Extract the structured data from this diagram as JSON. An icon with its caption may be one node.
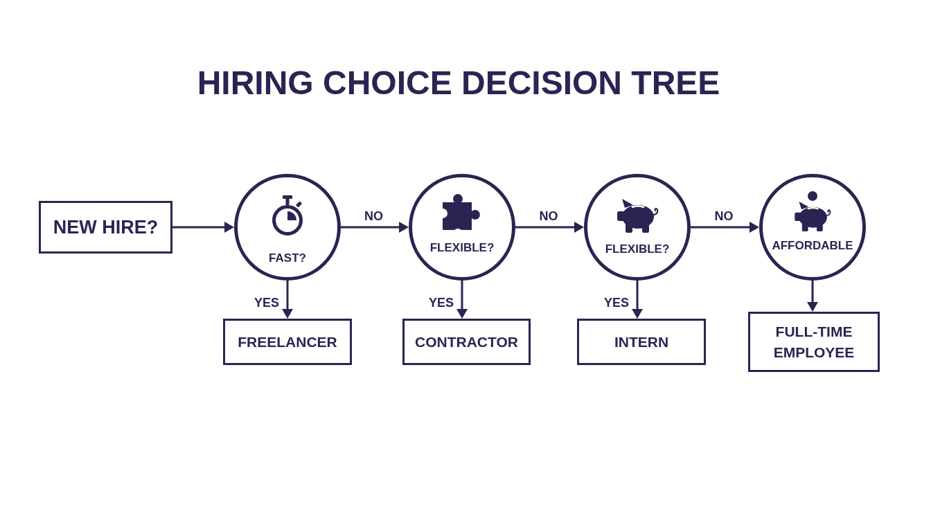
{
  "diagram": {
    "title": "HIRING CHOICE DECISION TREE",
    "nodes": [
      {
        "text": [
          "NEW HIRE?"
        ]
      },
      {
        "text": [
          "FAST?"
        ]
      },
      {
        "text": [
          "FLEXIBLE?"
        ]
      },
      {
        "text": [
          "FLEXIBLE?"
        ]
      },
      {
        "text": [
          "AFFORDABLE"
        ]
      },
      {
        "text": [
          "FREELANCER"
        ]
      },
      {
        "text": [
          "CONTRACTOR"
        ]
      },
      {
        "text": [
          "INTERN"
        ]
      },
      {
        "text": [
          "FULL-TIME EMPLOYEE"
        ]
      }
    ],
    "edges": [
      {
        "from": 0,
        "to": 1,
        "arrow": "to"
      },
      {
        "from": 1,
        "to": 2,
        "arrow": "to",
        "label": "NO"
      },
      {
        "from": 2,
        "to": 3,
        "arrow": "to",
        "label": "NO"
      },
      {
        "from": 3,
        "to": 4,
        "arrow": "to",
        "label": "NO"
      },
      {
        "from": 1,
        "to": 5,
        "arrow": "to",
        "label": "YES"
      },
      {
        "from": 2,
        "to": 6,
        "arrow": "to",
        "label": "YES"
      },
      {
        "from": 3,
        "to": 7,
        "arrow": "to",
        "label": "YES"
      },
      {
        "from": 4,
        "to": 8,
        "arrow": "to"
      }
    ]
  }
}
